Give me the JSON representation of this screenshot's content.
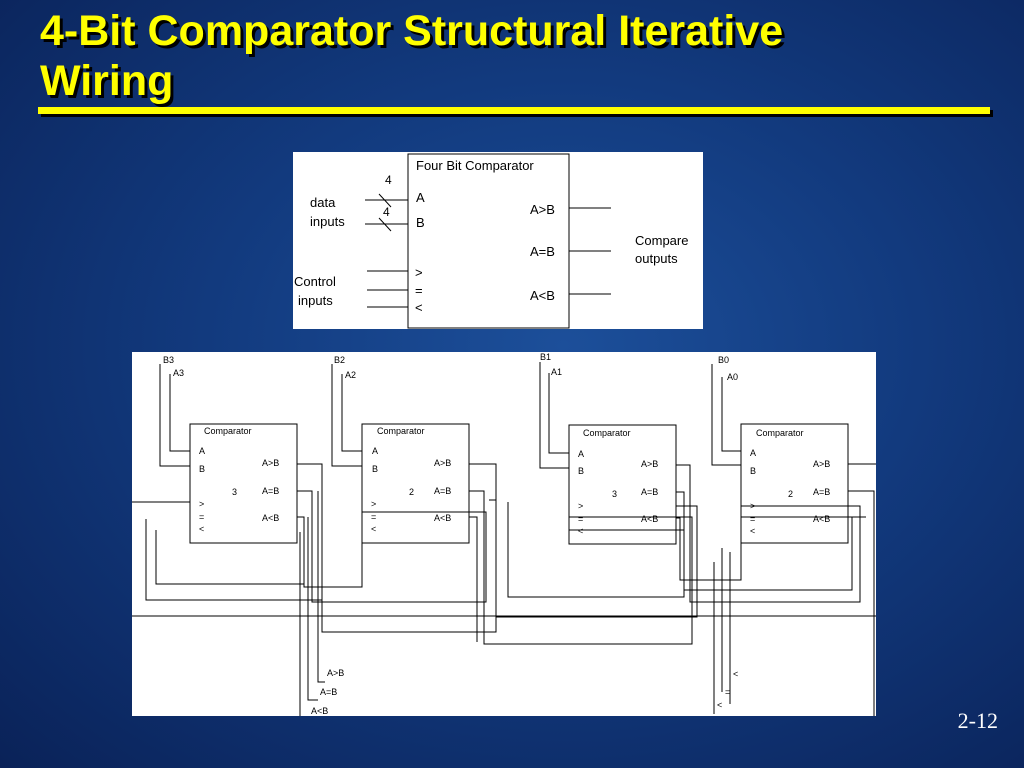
{
  "slide": {
    "title_line1": "4-Bit Comparator Structural  Iterative",
    "title_line2": "Wiring",
    "page_number": "2-12"
  },
  "top_diagram": {
    "box_title": "Four Bit Comparator",
    "pin_a": "A",
    "pin_b": "B",
    "width_a": "4",
    "width_b": "4",
    "data_inputs_line1": "data",
    "data_inputs_line2": "inputs",
    "control_inputs_line1": "Control",
    "control_inputs_line2": "inputs",
    "ctl_gt": ">",
    "ctl_eq": "=",
    "ctl_lt": "<",
    "out_gt": "A>B",
    "out_eq": "A=B",
    "out_lt": "A<B",
    "compare_outputs_line1": "Compare",
    "compare_outputs_line2": "outputs"
  },
  "bottom_diagram": {
    "stages": [
      {
        "b_label": "B3",
        "a_label": "A3",
        "title": "Comparator",
        "pin_a": "A",
        "pin_b": "B",
        "index": "3",
        "out_gt": "A>B",
        "out_eq": "A=B",
        "out_lt": "A<B",
        "in_gt": ">",
        "in_eq": "=",
        "in_lt": "<"
      },
      {
        "b_label": "B2",
        "a_label": "A2",
        "title": "Comparator",
        "pin_a": "A",
        "pin_b": "B",
        "index": "2",
        "out_gt": "A>B",
        "out_eq": "A=B",
        "out_lt": "A<B",
        "in_gt": ">",
        "in_eq": "=",
        "in_lt": "<"
      },
      {
        "b_label": "B1",
        "a_label": "A1",
        "title": "Comparator",
        "pin_a": "A",
        "pin_b": "B",
        "index": "3",
        "out_gt": "A>B",
        "out_eq": "A=B",
        "out_lt": "A<B",
        "in_gt": ">",
        "in_eq": "=",
        "in_lt": "<"
      },
      {
        "b_label": "B0",
        "a_label": "A0",
        "title": "Comparator",
        "pin_a": "A",
        "pin_b": "B",
        "index": "2",
        "out_gt": "A>B",
        "out_eq": "A=B",
        "out_lt": "A<B",
        "in_gt": ">",
        "in_eq": "=",
        "in_lt": "<"
      }
    ],
    "final_out_gt": "A>B",
    "final_out_eq": "A=B",
    "final_out_lt": "A<B",
    "init_lt": "<",
    "init_eq": "=",
    "init_lt2": "<"
  }
}
